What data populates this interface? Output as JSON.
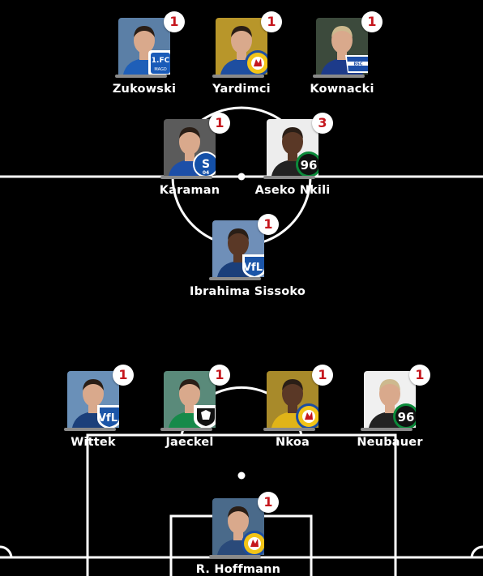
{
  "colors": {
    "pitch": "#000000",
    "lines": "#ffffff",
    "badge_text": "#c5161d",
    "badge_bg": "#ffffff"
  },
  "players": [
    {
      "id": "zukowski",
      "name": "Zukowski",
      "count": "1",
      "club_crest": "magdeburg-crest",
      "photo_bg": "#5b7fa6",
      "jersey": "#1f5fb8"
    },
    {
      "id": "yardimci",
      "name": "Yardimci",
      "count": "1",
      "club_crest": "braunschweig-crest",
      "photo_bg": "#b8962a",
      "jersey": "#1e4ea0"
    },
    {
      "id": "kownacki",
      "name": "Kownacki",
      "count": "1",
      "club_crest": "hertha-crest",
      "photo_bg": "#3c4a3c",
      "jersey": "#1d3b8a"
    },
    {
      "id": "karaman",
      "name": "Karaman",
      "count": "1",
      "club_crest": "schalke-crest",
      "photo_bg": "#5b5b5b",
      "jersey": "#1d4fa8"
    },
    {
      "id": "aseko-nkili",
      "name": "Aseko Nkili",
      "count": "3",
      "club_crest": "hannover-crest",
      "photo_bg": "#ededed",
      "jersey": "#222222"
    },
    {
      "id": "sissoko",
      "name": "Ibrahima Sissoko",
      "count": "1",
      "club_crest": "bochum-crest",
      "photo_bg": "#6f8fb8",
      "jersey": "#1b3f7a"
    },
    {
      "id": "wittek",
      "name": "Wittek",
      "count": "1",
      "club_crest": "bochum-crest",
      "photo_bg": "#6a90b8",
      "jersey": "#1b3f7a"
    },
    {
      "id": "jaeckel",
      "name": "Jaeckel",
      "count": "1",
      "club_crest": "preussen-crest",
      "photo_bg": "#5a8a7a",
      "jersey": "#168a4a"
    },
    {
      "id": "nkoa",
      "name": "Nkoa",
      "count": "1",
      "club_crest": "braunschweig-crest",
      "photo_bg": "#a88a2a",
      "jersey": "#e0b418"
    },
    {
      "id": "neubauer",
      "name": "Neubauer",
      "count": "1",
      "club_crest": "hannover-crest",
      "photo_bg": "#f0f0f0",
      "jersey": "#222222"
    },
    {
      "id": "hoffmann",
      "name": "R. Hoffmann",
      "count": "1",
      "club_crest": "braunschweig-crest",
      "photo_bg": "#4a6a8a",
      "jersey": "#2a4a7a"
    }
  ]
}
